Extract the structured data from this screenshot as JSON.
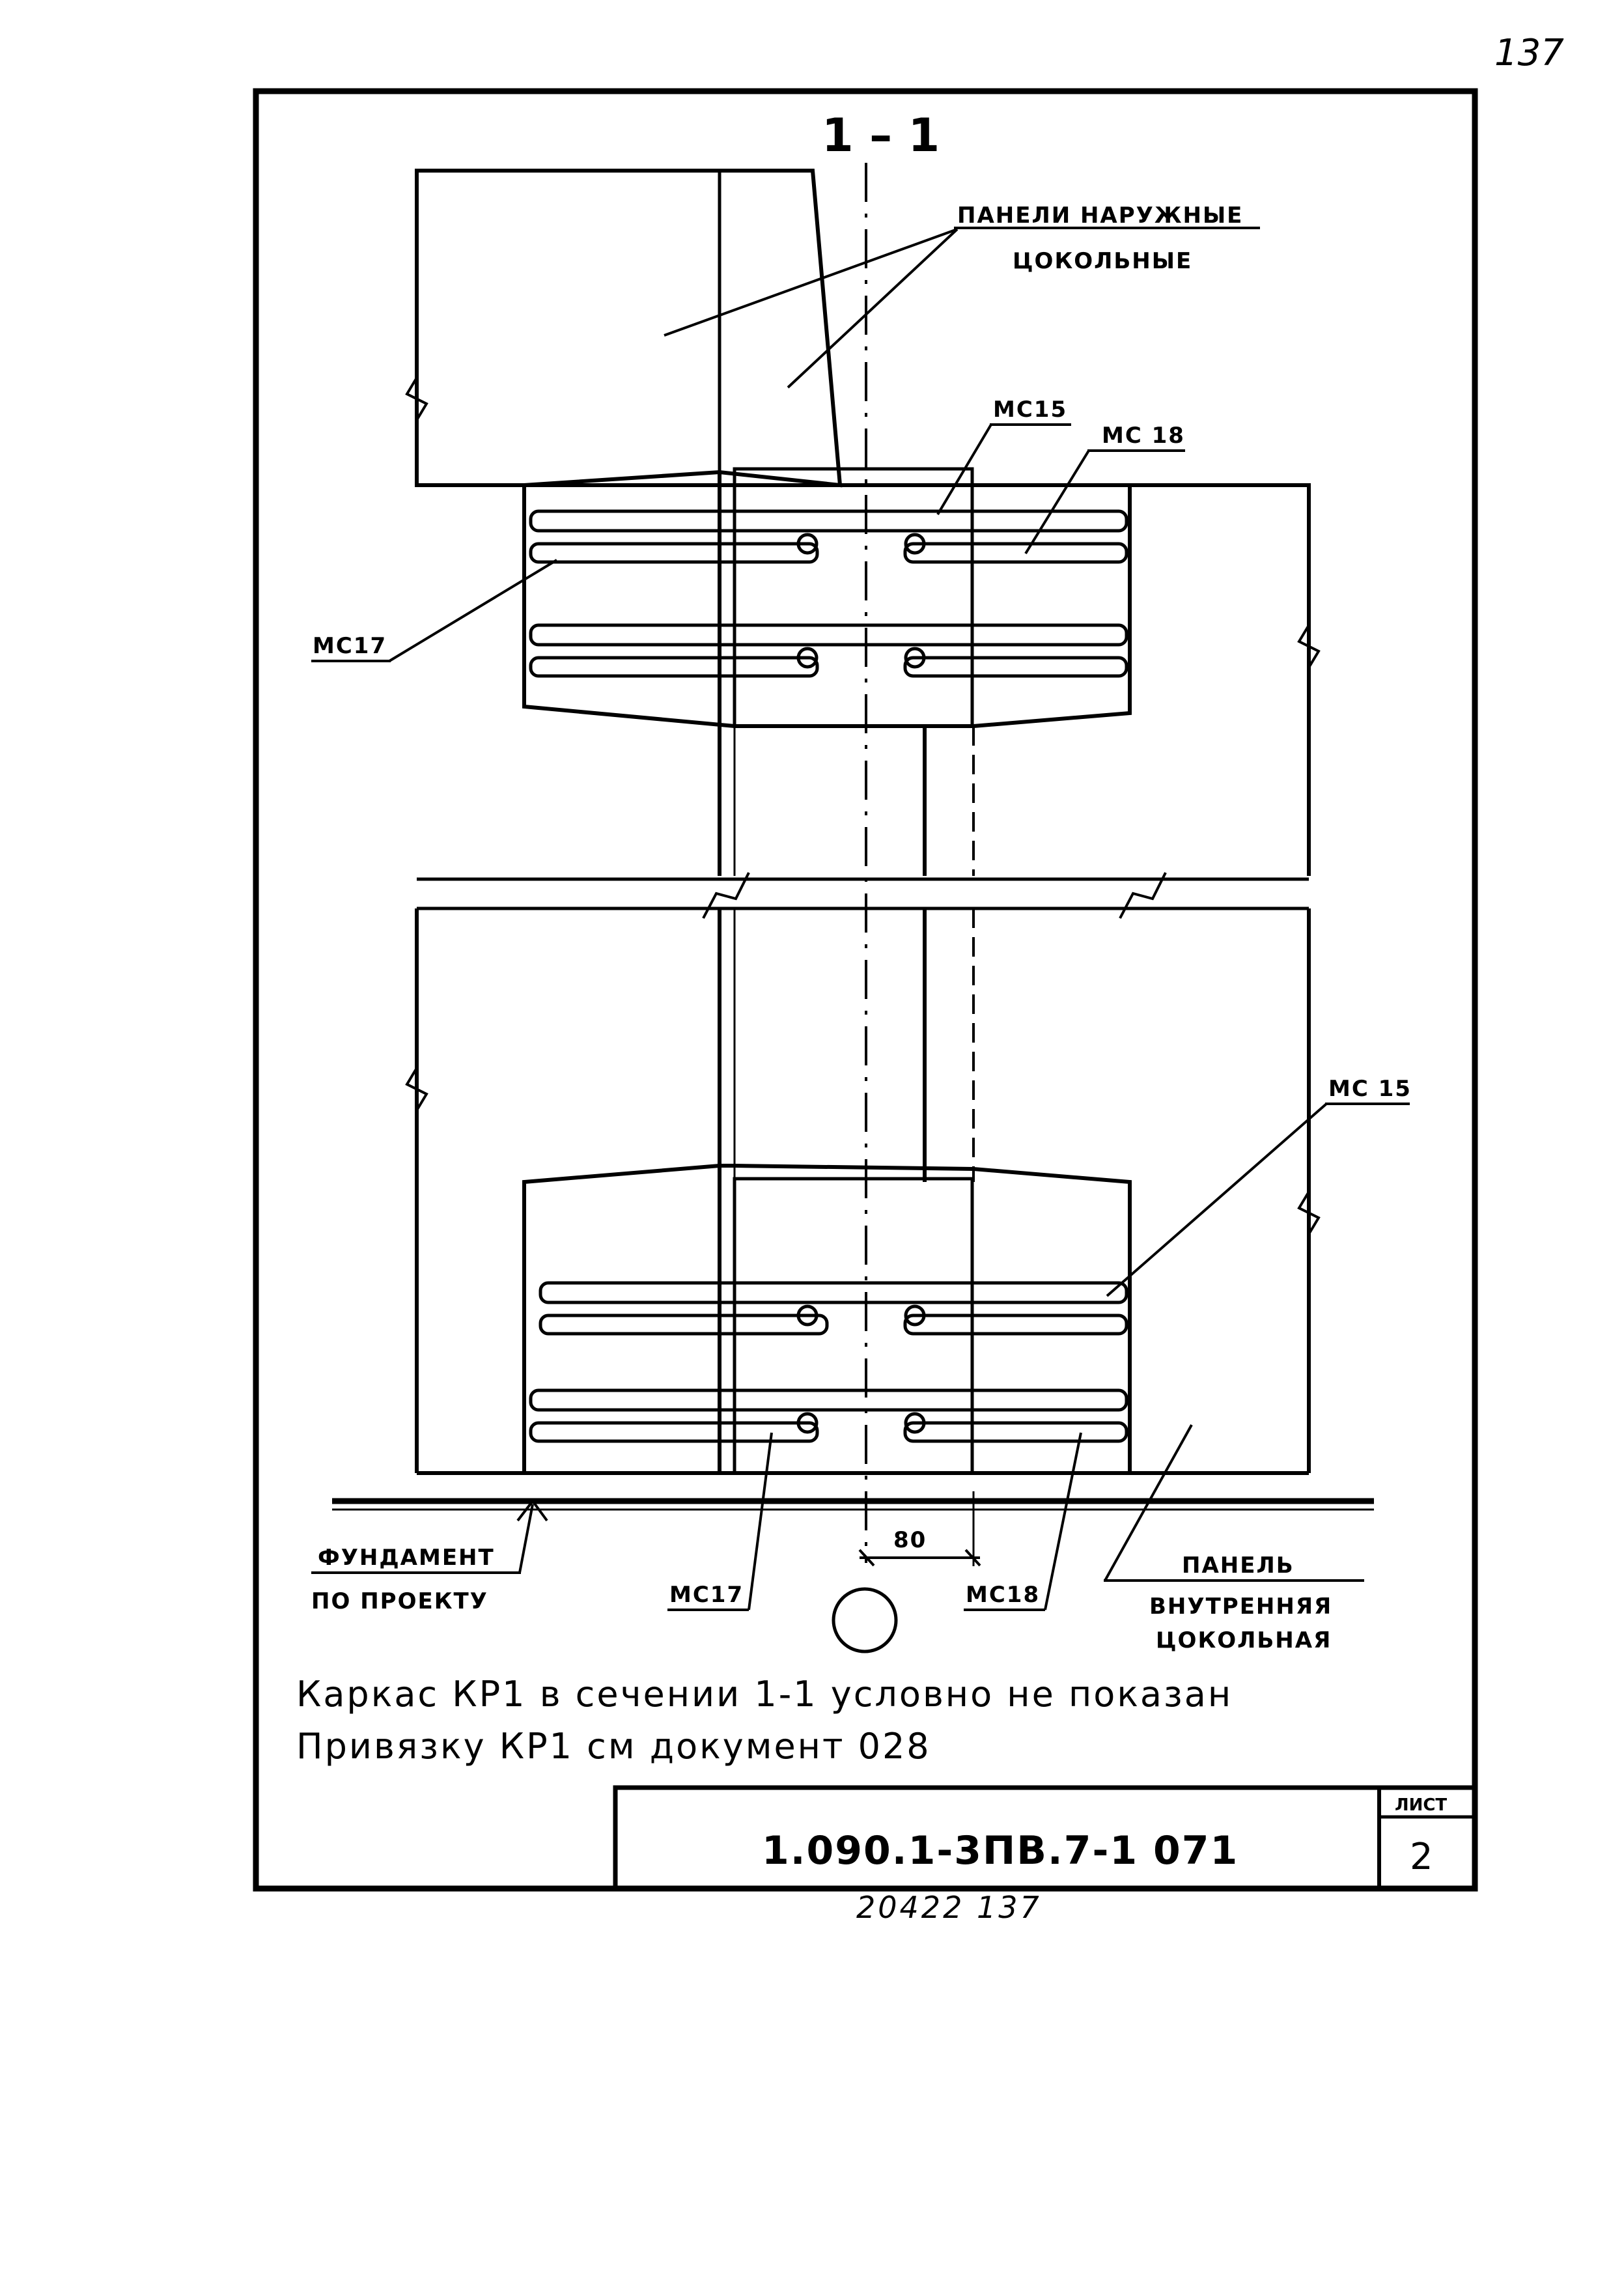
{
  "page_number_top": "137",
  "section_title": "1 – 1",
  "labels": {
    "outer_panels_line1": "ПАНЕЛИ НАРУЖНЫЕ",
    "outer_panels_line2": "ЦОКОЛЬНЫЕ",
    "mc15_top": "MC15",
    "mc18_top": "MC 18",
    "mc17_top": "MC17",
    "mc15_bottom": "MC 15",
    "mc17_bottom": "MC17",
    "mc18_bottom": "MC18",
    "foundation_line1": "ФУНДАМЕНТ",
    "foundation_line2": "ПО ПРОЕКТУ",
    "inner_panel_line1": "ПАНЕЛЬ",
    "inner_panel_line2": "ВНУТРЕННЯЯ",
    "inner_panel_line3": "ЦОКОЛЬНАЯ",
    "dimension_80": "80"
  },
  "notes": {
    "line1": "Каркас КР1 в сечении 1-1 условно не показан",
    "line2": "Привязку КР1 см документ 028"
  },
  "title_block": {
    "document_code": "1.090.1-3ПВ.7-1   071",
    "sheet_label": "ЛИСТ",
    "sheet_number": "2"
  },
  "footer_number": "20422   137"
}
